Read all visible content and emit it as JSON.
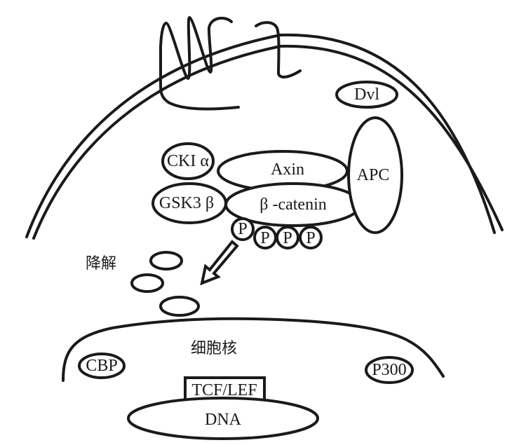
{
  "labels": {
    "dvl": "Dvl",
    "ckia": "CKI α",
    "axin": "Axin",
    "apc": "APC",
    "gsk3b": "GSK3 β",
    "bcatenin": "β -catenin",
    "p": "P",
    "degradation": "降解",
    "nucleus": "细胞核",
    "cbp": "CBP",
    "p300": "P300",
    "tcf_lef": "TCF/LEF",
    "dna": "DNA"
  },
  "colors": {
    "stroke": "#1a1a1a",
    "background": "#ffffff"
  }
}
